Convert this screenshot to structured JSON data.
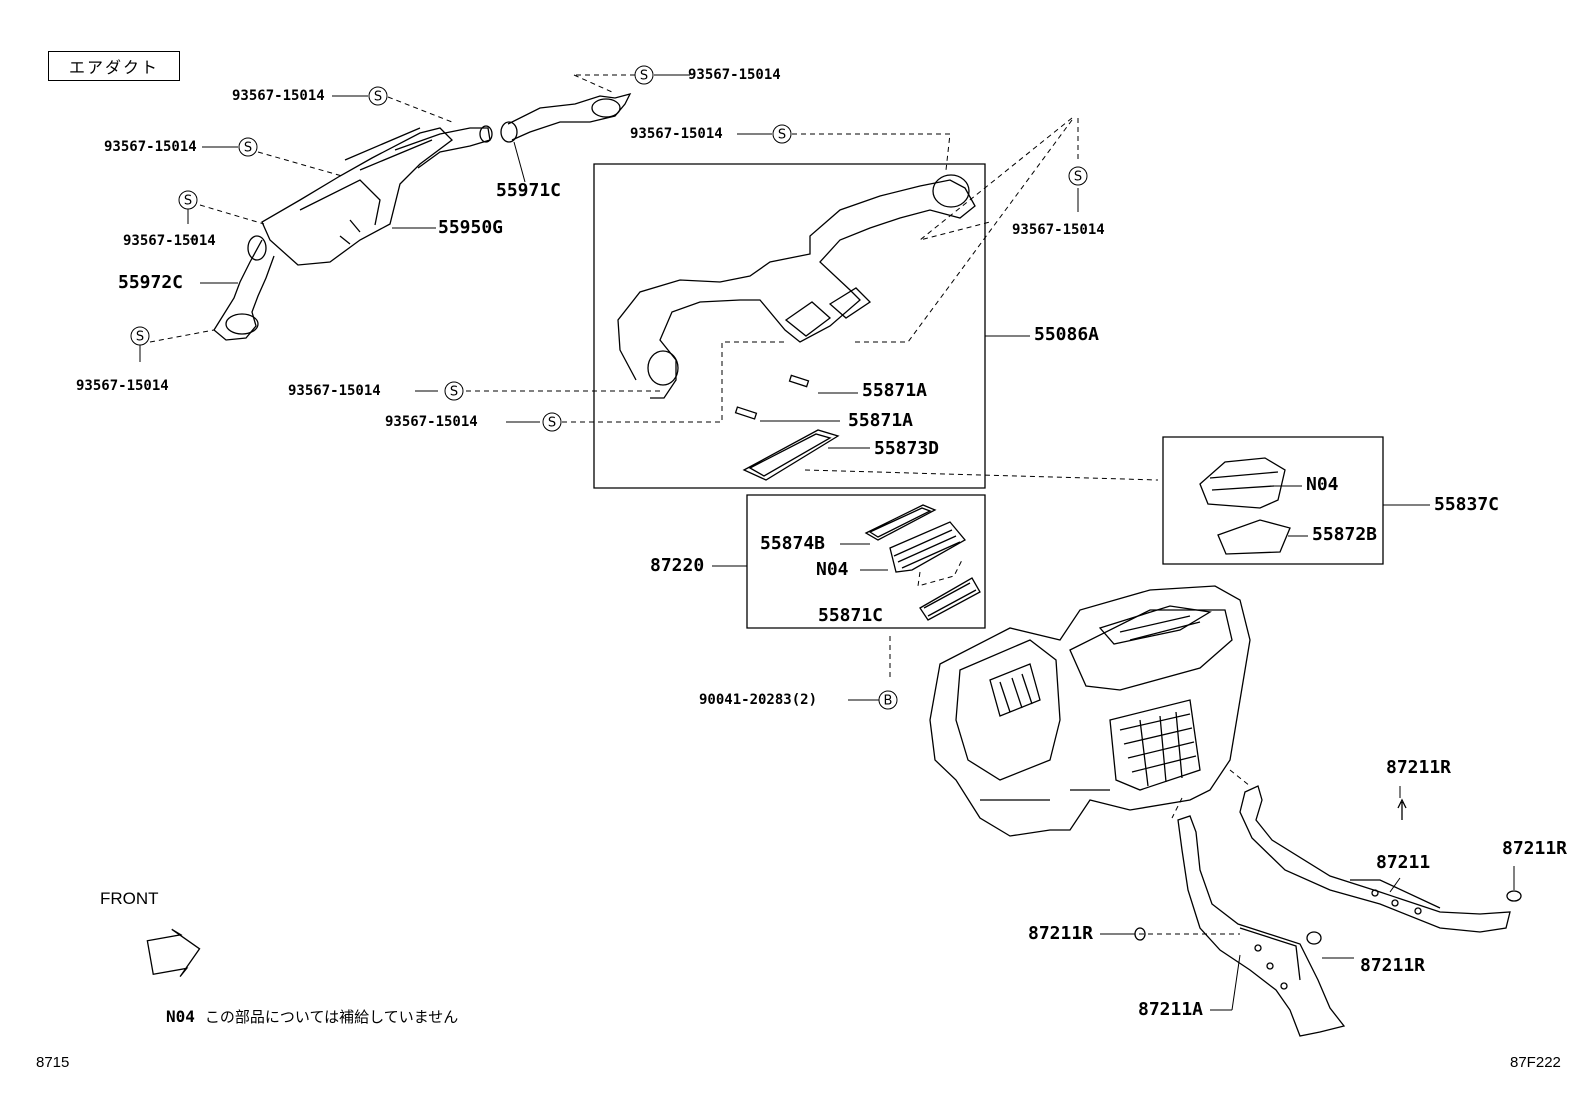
{
  "header": {
    "title": "エアダクト"
  },
  "labels": {
    "p93567_a": "93567-15014",
    "p93567_b": "93567-15014",
    "p93567_c": "93567-15014",
    "p93567_d": "93567-15014",
    "p93567_e": "93567-15014",
    "p93567_f": "93567-15014",
    "p93567_g": "93567-15014",
    "p93567_h": "93567-15014",
    "p93567_i": "93567-15014",
    "p55971C": "55971C",
    "p55950G": "55950G",
    "p55972C": "55972C",
    "p55086A": "55086A",
    "p55871A_1": "55871A",
    "p55871A_2": "55871A",
    "p55873D": "55873D",
    "p55837C": "55837C",
    "n04_a": "N04",
    "p55872B": "55872B",
    "p87220": "87220",
    "p55874B": "55874B",
    "n04_b": "N04",
    "p55871C": "55871C",
    "p90041": "90041-20283(2)",
    "p87211R_1": "87211R",
    "p87211R_2": "87211R",
    "p87211R_3": "87211R",
    "p87211R_4": "87211R",
    "p87211": "87211",
    "p87211A": "87211A"
  },
  "markers": {
    "s": "S",
    "b": "B"
  },
  "front": {
    "label": "FRONT"
  },
  "note": {
    "code": "N04",
    "text": "この部品については補給していません"
  },
  "footer": {
    "left_code": "8715",
    "right_code": "87F222"
  }
}
